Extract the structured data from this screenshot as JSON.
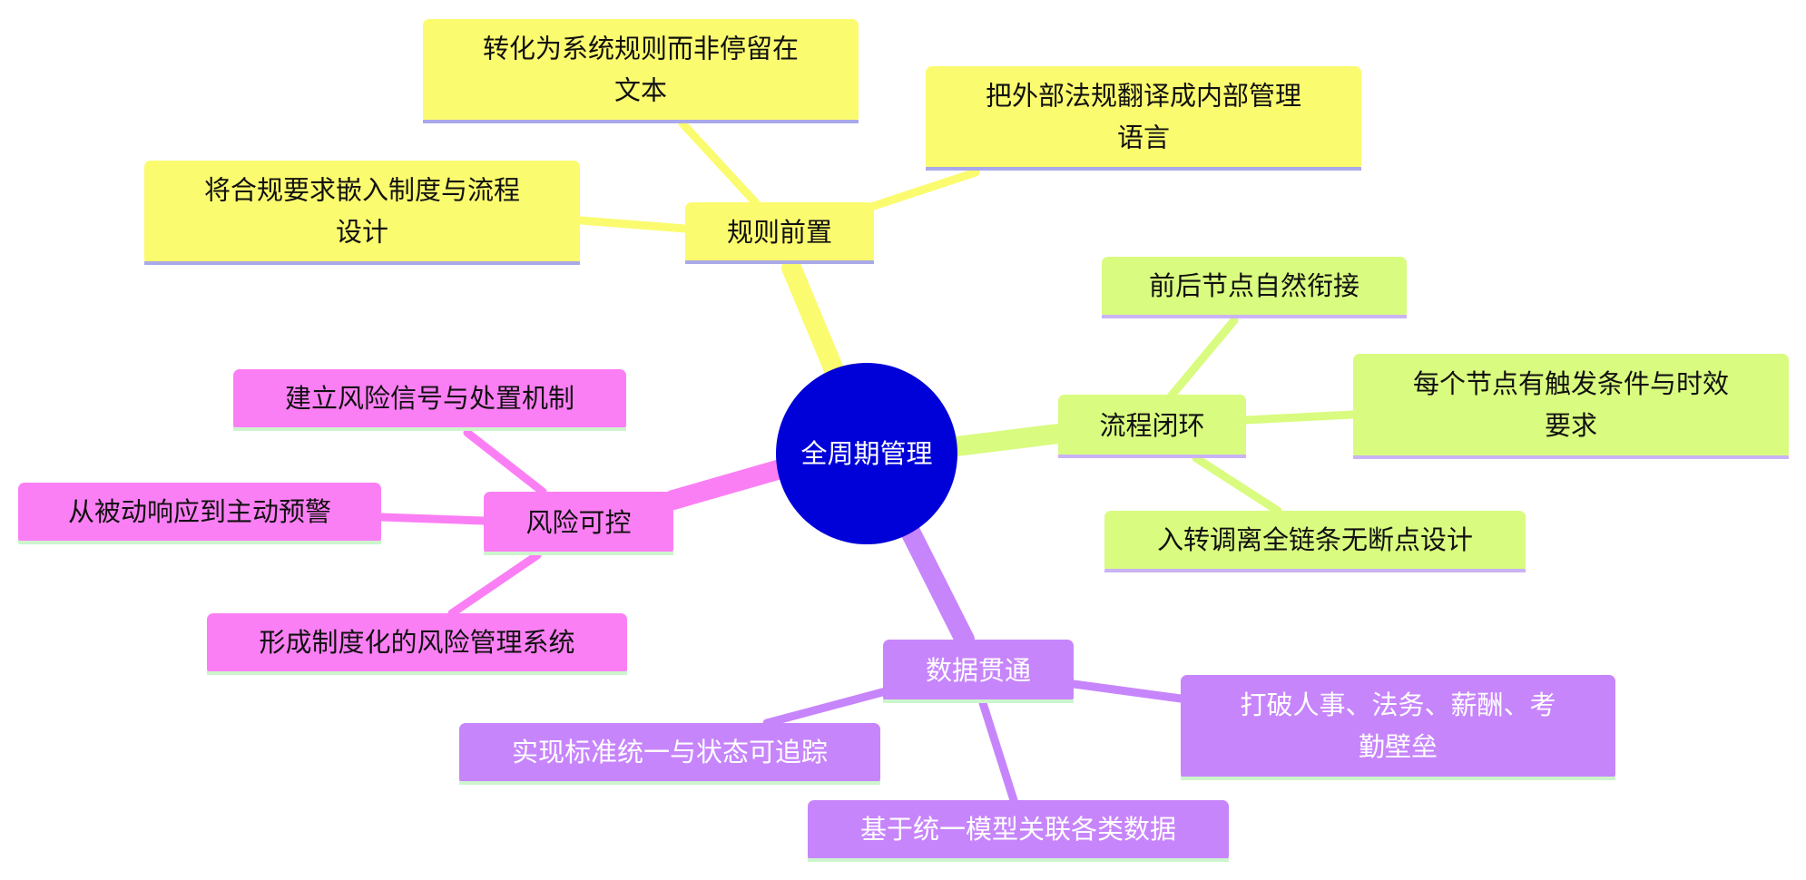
{
  "center": {
    "label": "全周期管理",
    "fill": "#0000d8"
  },
  "branches": [
    {
      "id": "rules",
      "label": "规则前置",
      "fill": "#fbfb6f",
      "line_color": "#fbfb6f",
      "underline": "#a9a9e9",
      "text_color": "#111111",
      "leaves": [
        {
          "lines": [
            "转化为系统规则而非停留在",
            "文本"
          ]
        },
        {
          "lines": [
            "把外部法规翻译成内部管理",
            "语言"
          ]
        },
        {
          "lines": [
            "将合规要求嵌入制度与流程",
            "设计"
          ]
        }
      ]
    },
    {
      "id": "process",
      "label": "流程闭环",
      "fill": "#d9fb7f",
      "line_color": "#d9fb7f",
      "underline": "#c9b3f4",
      "text_color": "#111111",
      "leaves": [
        {
          "lines": [
            "前后节点自然衔接"
          ]
        },
        {
          "lines": [
            "每个节点有触发条件与时效",
            "要求"
          ]
        },
        {
          "lines": [
            "入转调离全链条无断点设计"
          ]
        }
      ]
    },
    {
      "id": "data",
      "label": "数据贯通",
      "fill": "#c785fb",
      "line_color": "#c785fb",
      "underline": "#cdf5cd",
      "text_color": "#ffffff",
      "leaves": [
        {
          "lines": [
            "打破人事、法务、薪酬、考",
            "勤壁垒"
          ]
        },
        {
          "lines": [
            "实现标准统一与状态可追踪"
          ]
        },
        {
          "lines": [
            "基于统一模型关联各类数据"
          ]
        }
      ]
    },
    {
      "id": "risk",
      "label": "风险可控",
      "fill": "#fb7ff4",
      "line_color": "#fb7ff4",
      "underline": "#cdf5cd",
      "text_color": "#111111",
      "leaves": [
        {
          "lines": [
            "建立风险信号与处置机制"
          ]
        },
        {
          "lines": [
            "从被动响应到主动预警"
          ]
        },
        {
          "lines": [
            "形成制度化的风险管理系统"
          ]
        }
      ]
    }
  ]
}
